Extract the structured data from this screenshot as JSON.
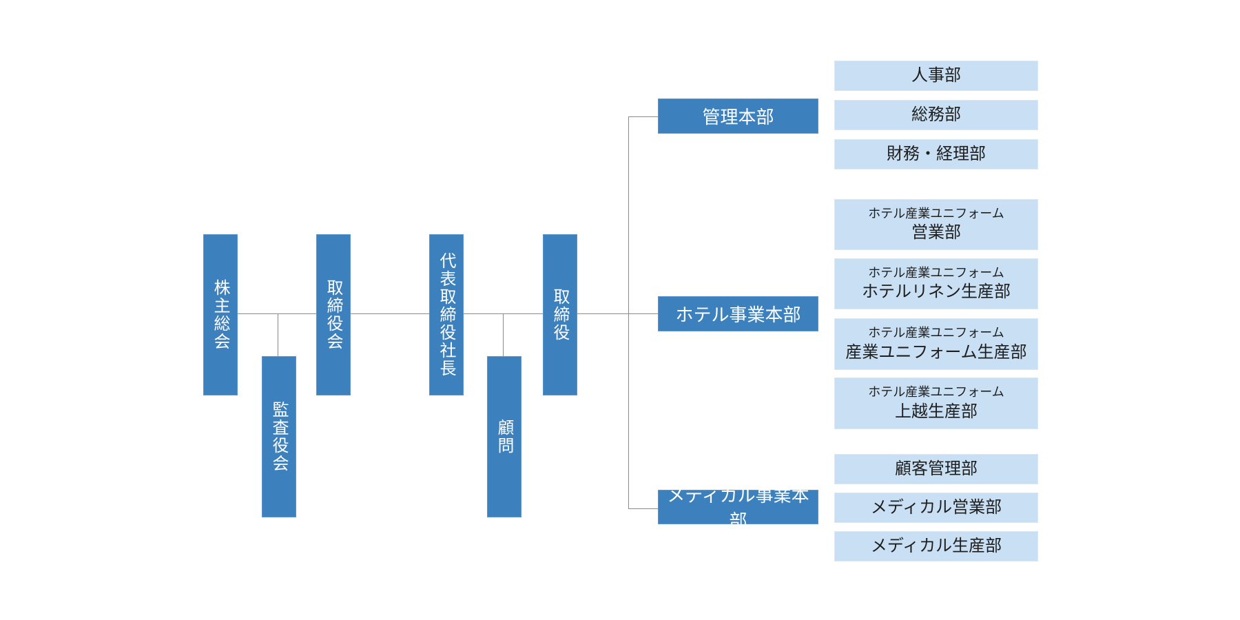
{
  "colors": {
    "primary_box": "#3d80be",
    "department_box": "#c9dff3",
    "connector": "#8a8a8a"
  },
  "governance": {
    "shareholders_meeting": "株主総会",
    "audit_board": "監査役会",
    "board_of_directors": "取締役会",
    "president": "代表取締役社長",
    "advisor": "顧問",
    "director": "取締役"
  },
  "divisions": [
    {
      "name": "管理本部",
      "departments": [
        {
          "prefix": "",
          "name": "人事部"
        },
        {
          "prefix": "",
          "name": "総務部"
        },
        {
          "prefix": "",
          "name": "財務・経理部"
        }
      ]
    },
    {
      "name": "ホテル事業本部",
      "departments": [
        {
          "prefix": "ホテル産業ユニフォーム",
          "name": "営業部"
        },
        {
          "prefix": "ホテル産業ユニフォーム",
          "name": "ホテルリネン生産部"
        },
        {
          "prefix": "ホテル産業ユニフォーム",
          "name": "産業ユニフォーム生産部"
        },
        {
          "prefix": "ホテル産業ユニフォーム",
          "name": "上越生産部"
        }
      ]
    },
    {
      "name": "メディカル事業本部",
      "departments": [
        {
          "prefix": "",
          "name": "顧客管理部"
        },
        {
          "prefix": "",
          "name": "メディカル営業部"
        },
        {
          "prefix": "",
          "name": "メディカル生産部"
        }
      ]
    }
  ]
}
